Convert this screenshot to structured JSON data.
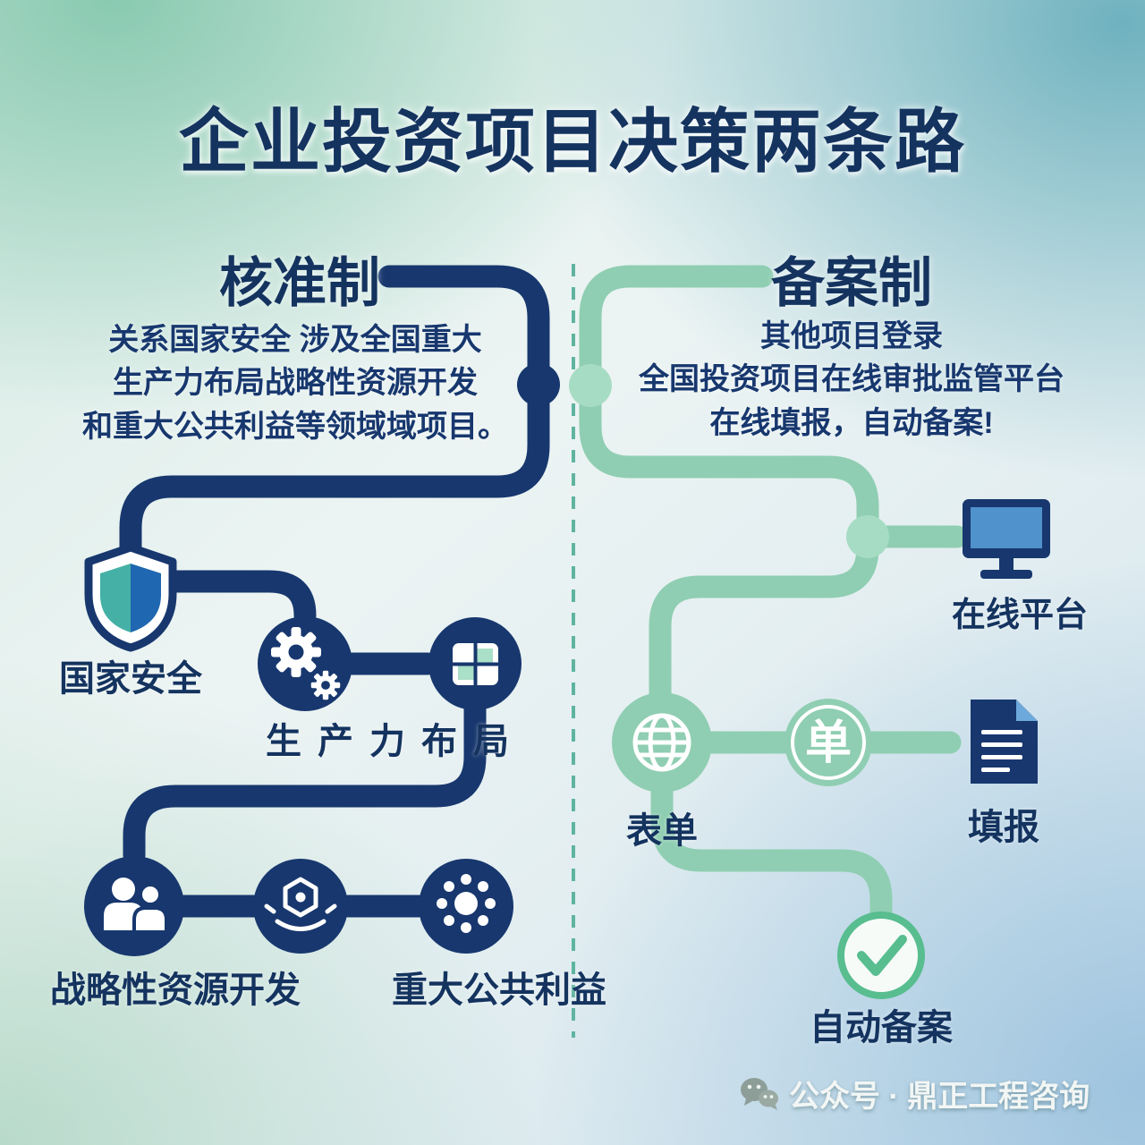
{
  "title": "企业投资项目决策两条路",
  "left_path": {
    "heading": "核准制",
    "desc": [
      "关系国家安全 涉及全国重大",
      "生产力布局战略性资源开发",
      "和重大公共利益等领域域项目。"
    ],
    "labels": {
      "national_security": "国家安全",
      "productivity_layout": "生产力布局",
      "strategic_resources": "战略性资源开发",
      "public_interest": "重大公共利益"
    },
    "color": "#17376e"
  },
  "right_path": {
    "heading": "备案制",
    "desc": [
      "其他项目登录",
      "全国投资项目在线审批监管平台",
      "在线填报，自动备案!"
    ],
    "labels": {
      "online_platform": "在线平台",
      "form": "表单",
      "dan": "单",
      "fill_in": "填报",
      "auto_filing": "自动备案"
    },
    "color": "#8fceb2"
  },
  "footer": {
    "text": "公众号 · 鼎正工程咨询"
  },
  "colors": {
    "navy": "#17376e",
    "green": "#8fceb2",
    "teal": "#45b0a6",
    "blue": "#1f67b0",
    "check_green": "#58bd8f",
    "divider": "#5fb4a0",
    "screen_blue": "#4f92cc"
  },
  "icons": {
    "left": [
      "shield-icon",
      "gears-icon",
      "window-grid-icon",
      "people-icon",
      "award-icon",
      "dots-icon"
    ],
    "right": [
      "monitor-icon",
      "globe-icon",
      "dan-badge-icon",
      "document-icon",
      "check-icon"
    ],
    "footer": [
      "wechat-icon"
    ]
  }
}
